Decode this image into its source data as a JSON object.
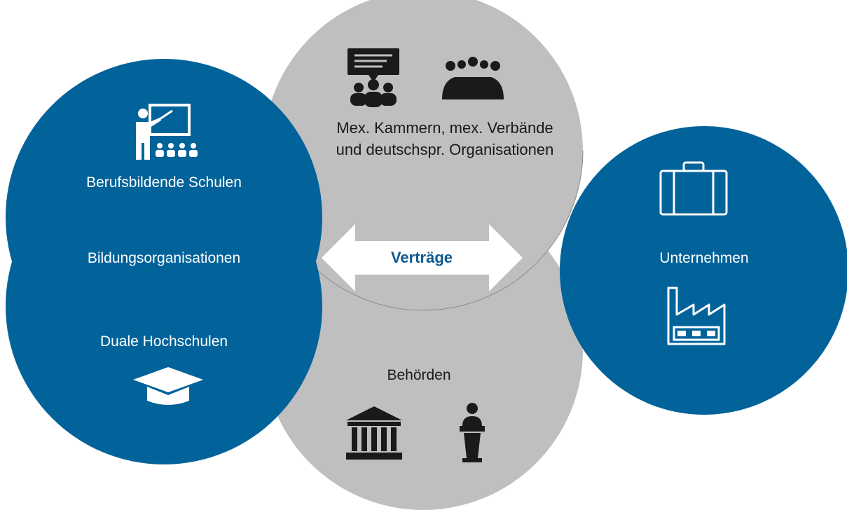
{
  "top_partial_text": "",
  "labels": {
    "bildung_top": "Berufsbildende Schulen",
    "bildung_mid": "Bildungsorganisationen",
    "bildung_bottom": "Duale Hochschulen",
    "kammern_line1": "Mex. Kammern, mex. Verbände",
    "kammern_line2": "und deutschspr. Organisationen",
    "behoerden": "Behörden",
    "unternehmen": "Unternehmen",
    "vertraege": "Verträge"
  },
  "colors": {
    "blue": "#02639a",
    "gray": "#bfbfbf",
    "white": "#ffffff",
    "dark": "#1a1a1a",
    "arrow_text": "#0b5a91"
  },
  "icons": [
    "teacher-icon",
    "presentation-audience-icon",
    "meeting-table-icon",
    "graduation-cap-icon",
    "bank-building-icon",
    "speaker-podium-icon",
    "suitcase-icon",
    "factory-icon",
    "double-arrow-icon"
  ]
}
